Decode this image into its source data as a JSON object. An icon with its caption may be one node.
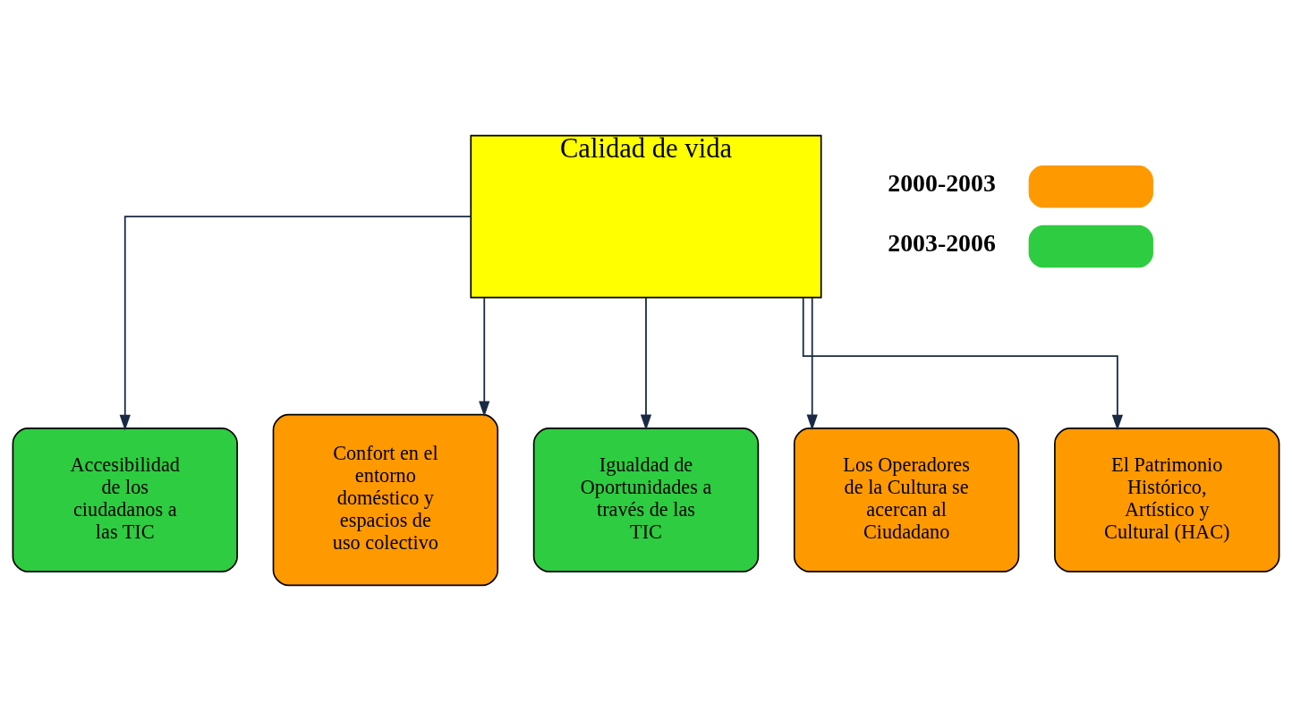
{
  "diagram": {
    "nodes": [
      {
        "text": [
          "Calidad de vida"
        ]
      },
      {
        "text": [
          "Accesibilidad de los ciudadanos a las TIC"
        ]
      },
      {
        "text": [
          "Confort en el entorno doméstico y espacios de uso colectivo"
        ]
      },
      {
        "text": [
          "Igualdad de Oportunidades a través de las TIC"
        ]
      },
      {
        "text": [
          "Los Operadores de la Cultura se acercan al Ciudadano"
        ]
      },
      {
        "text": [
          "El Patrimonio Histórico, Artístico y Cultural (HAC)"
        ]
      }
    ],
    "edges": [
      {
        "from": 0,
        "to": 1,
        "arrow": "to"
      },
      {
        "from": 0,
        "to": 2,
        "arrow": "to"
      },
      {
        "from": 0,
        "to": 3,
        "arrow": "to"
      },
      {
        "from": 0,
        "to": 4,
        "arrow": "to"
      },
      {
        "from": 0,
        "to": 5,
        "arrow": "to"
      }
    ],
    "legend": [
      {
        "text": "2000-2003",
        "color": "#ff9900"
      },
      {
        "text": "2003-2006",
        "color": "#2ecc40"
      }
    ]
  }
}
